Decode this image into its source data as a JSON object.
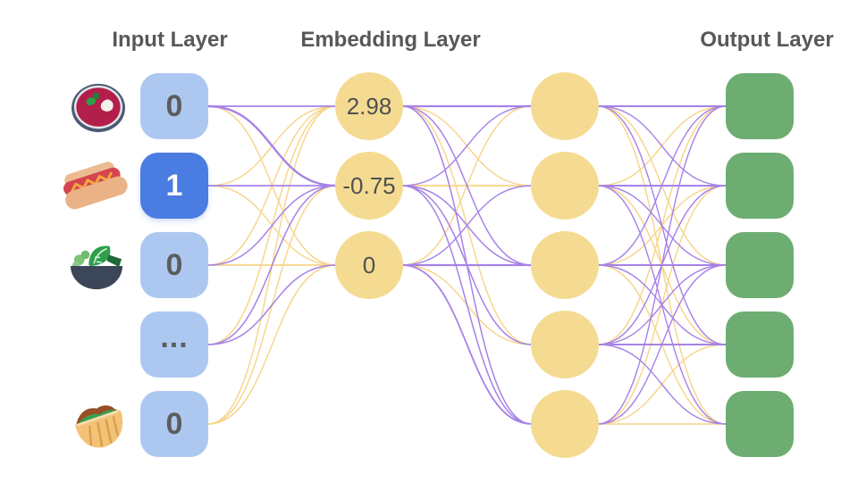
{
  "titles": {
    "input": "Input Layer",
    "embedding": "Embedding Layer",
    "output": "Output Layer"
  },
  "input_nodes": [
    {
      "icon": "borscht-bowl-icon",
      "value": "0",
      "active": false
    },
    {
      "icon": "hot-dog-icon",
      "value": "1",
      "active": true
    },
    {
      "icon": "salad-bowl-icon",
      "value": "0",
      "active": false
    },
    {
      "icon": "none",
      "value": "...",
      "active": false
    },
    {
      "icon": "pita-icon",
      "value": "0",
      "active": false
    }
  ],
  "embedding_nodes": [
    {
      "value": "2.98"
    },
    {
      "value": "-0.75"
    },
    {
      "value": "0"
    }
  ],
  "hidden_nodes_count": 5,
  "output_nodes_count": 5,
  "colors": {
    "input_box": "#adc8f0",
    "input_box_active": "#4a7ce2",
    "node_yellow": "#f5db92",
    "output_green": "#6ead72",
    "edge_purple": "#a682e6",
    "edge_yellow": "#f7d488",
    "title_text": "#57585a",
    "value_text": "#5c5c5e"
  },
  "edges": {
    "l1_l2": [
      [
        0,
        0,
        "purple",
        1.8
      ],
      [
        0,
        1,
        "purple",
        2.4
      ],
      [
        0,
        2,
        "yellow",
        1.4
      ],
      [
        1,
        0,
        "yellow",
        1.4
      ],
      [
        1,
        1,
        "purple",
        1.8
      ],
      [
        1,
        2,
        "yellow",
        1.4
      ],
      [
        2,
        0,
        "yellow",
        1.4
      ],
      [
        2,
        1,
        "purple",
        1.5
      ],
      [
        2,
        2,
        "yellow",
        1.8
      ],
      [
        3,
        0,
        "yellow",
        1.4
      ],
      [
        3,
        1,
        "purple",
        1.5
      ],
      [
        3,
        2,
        "purple",
        1.5
      ],
      [
        4,
        0,
        "yellow",
        1.4
      ],
      [
        4,
        1,
        "yellow",
        1.4
      ],
      [
        4,
        2,
        "yellow",
        1.4
      ]
    ],
    "l2_l3": [
      [
        0,
        0,
        "purple",
        2.2
      ],
      [
        0,
        1,
        "yellow",
        1.4
      ],
      [
        0,
        2,
        "purple",
        1.5
      ],
      [
        0,
        3,
        "yellow",
        1.4
      ],
      [
        0,
        4,
        "purple",
        1.5
      ],
      [
        1,
        0,
        "purple",
        1.4
      ],
      [
        1,
        1,
        "yellow",
        1.8
      ],
      [
        1,
        2,
        "purple",
        1.5
      ],
      [
        1,
        3,
        "purple",
        1.5
      ],
      [
        1,
        4,
        "purple",
        1.5
      ],
      [
        2,
        0,
        "yellow",
        1.4
      ],
      [
        2,
        1,
        "purple",
        1.4
      ],
      [
        2,
        2,
        "purple",
        2.2
      ],
      [
        2,
        3,
        "yellow",
        1.4
      ],
      [
        2,
        4,
        "purple",
        1.8
      ]
    ],
    "l3_l4": [
      [
        0,
        0,
        "purple",
        2.0
      ],
      [
        0,
        1,
        "purple",
        1.4
      ],
      [
        0,
        2,
        "yellow",
        1.4
      ],
      [
        0,
        3,
        "purple",
        1.4
      ],
      [
        0,
        4,
        "yellow",
        1.4
      ],
      [
        1,
        0,
        "yellow",
        1.4
      ],
      [
        1,
        1,
        "purple",
        2.0
      ],
      [
        1,
        2,
        "purple",
        1.4
      ],
      [
        1,
        3,
        "yellow",
        1.4
      ],
      [
        1,
        4,
        "purple",
        1.4
      ],
      [
        2,
        0,
        "purple",
        1.4
      ],
      [
        2,
        1,
        "yellow",
        1.4
      ],
      [
        2,
        2,
        "purple",
        2.0
      ],
      [
        2,
        3,
        "purple",
        1.4
      ],
      [
        2,
        4,
        "yellow",
        1.4
      ],
      [
        3,
        0,
        "yellow",
        1.4
      ],
      [
        3,
        1,
        "purple",
        1.4
      ],
      [
        3,
        2,
        "purple",
        1.4
      ],
      [
        3,
        3,
        "purple",
        2.0
      ],
      [
        3,
        4,
        "purple",
        1.4
      ],
      [
        4,
        0,
        "purple",
        1.4
      ],
      [
        4,
        1,
        "yellow",
        1.4
      ],
      [
        4,
        2,
        "purple",
        1.4
      ],
      [
        4,
        3,
        "yellow",
        1.4
      ],
      [
        4,
        4,
        "yellow",
        1.6
      ]
    ]
  }
}
